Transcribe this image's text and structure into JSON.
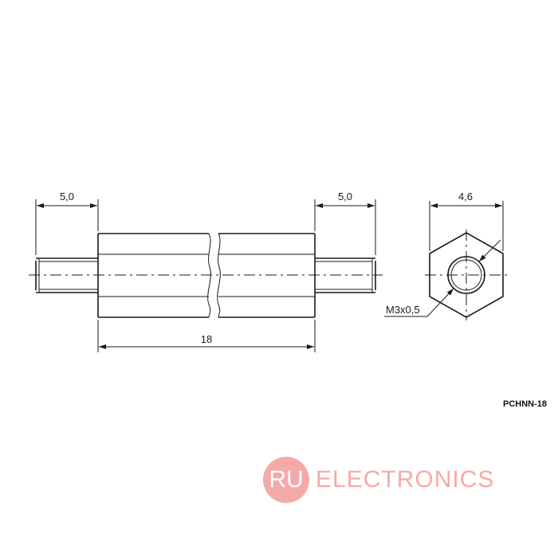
{
  "dimensions": {
    "left_thread": "5,0",
    "right_thread": "5,0",
    "total_length": "18",
    "hex_width": "4,6",
    "thread_spec": "M3x0,5"
  },
  "part_code": "PCHNN-18",
  "logo": {
    "badge": "RU",
    "text": "ELECTRONICS",
    "color": "#f6a9a9"
  }
}
